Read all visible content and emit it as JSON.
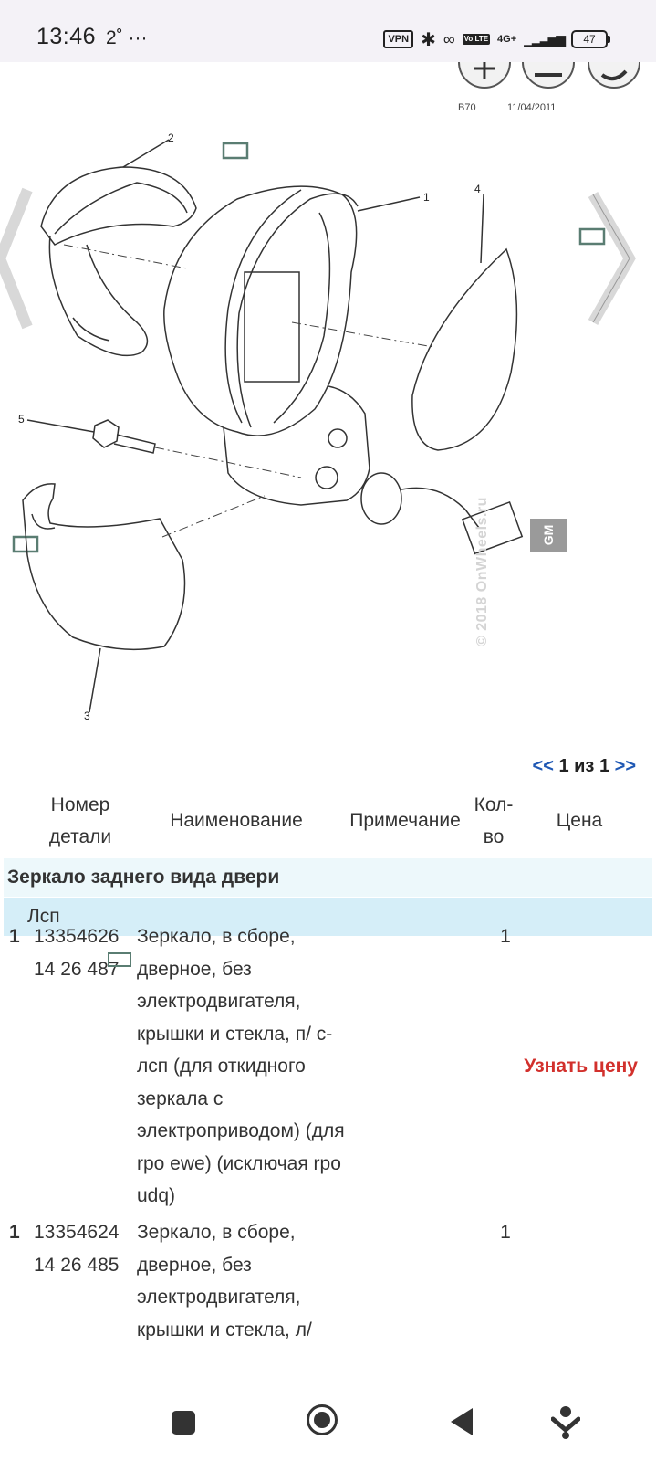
{
  "status_bar": {
    "time": "13:46",
    "extra": "2˚ ···",
    "vpn": "VPN",
    "volte": "Vo LTE",
    "network": "4G+",
    "battery": "47"
  },
  "diagram": {
    "code": "B70",
    "date": "11/04/2011",
    "watermark": "© 2018 OnWheels.ru",
    "logo": "GM",
    "callouts": [
      "2",
      "1",
      "4",
      "5",
      "3"
    ]
  },
  "pager": {
    "prev": "<<",
    "current": "1",
    "of": "из",
    "total": "1",
    "next": ">>"
  },
  "table": {
    "headers": {
      "part_number_line1": "Номер",
      "part_number_line2": "детали",
      "name": "Наименование",
      "note": "Примечание",
      "qty_line1": "Кол-",
      "qty_line2": "во",
      "price": "Цена"
    },
    "section": "Зеркало заднего вида двери",
    "subsection": "Лсп",
    "rows": [
      {
        "index": "1",
        "part_number": "13354626",
        "alt_number": "14 26 487",
        "name": "Зеркало, в сборе, дверное, без электродвигателя, крышки и стекла, п/ с-лсп (для откидного зеркала с электроприводом) (для rpo ewe) (исключая rpo udq)",
        "qty": "1",
        "price": "Узнать цену"
      },
      {
        "index": "1",
        "part_number": "13354624",
        "alt_number": "14 26 485",
        "name": "Зеркало, в сборе, дверное, без электродвигателя, крышки и стекла, л/",
        "qty": "1",
        "price": ""
      }
    ]
  },
  "colors": {
    "link": "#1f58b4",
    "price": "#d2302c",
    "section_bg": "#edf8fb",
    "subsection_bg": "#d5eef8"
  }
}
